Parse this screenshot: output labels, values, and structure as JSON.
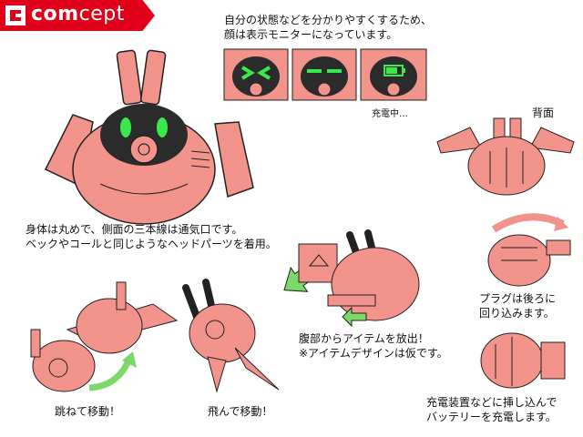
{
  "brand": {
    "name_bold": "com",
    "name_light": "cept"
  },
  "header_note": {
    "line1": "自分の状態などを分かりやすくするため、",
    "line2": "顔は表示モニターになっています。"
  },
  "charging_label": "充電中…",
  "back_label": "背面",
  "body_note": {
    "line1": "身体は丸めで、側面の三本線は通気口です。",
    "line2": "ベックやコールと同じようなヘッドパーツを着用。"
  },
  "plug_note": {
    "line1": "プラグは後ろに",
    "line2": "回り込みます。"
  },
  "item_note": {
    "line1": "腹部からアイテムを放出！",
    "line2": "※アイテムデザインは仮です。"
  },
  "jump_label": "跳ねて移動！",
  "fly_label": "飛んで移動！",
  "charge_note": {
    "line1": "充電装置などに挿し込んで",
    "line2": "バッテリーを充電します。"
  },
  "colors": {
    "brand": "#e0001a",
    "body": "#f2938c",
    "screen": "#2b2b2b",
    "eyes": "#39e84a",
    "arrow": "#7dd86a",
    "outline": "#222222"
  }
}
